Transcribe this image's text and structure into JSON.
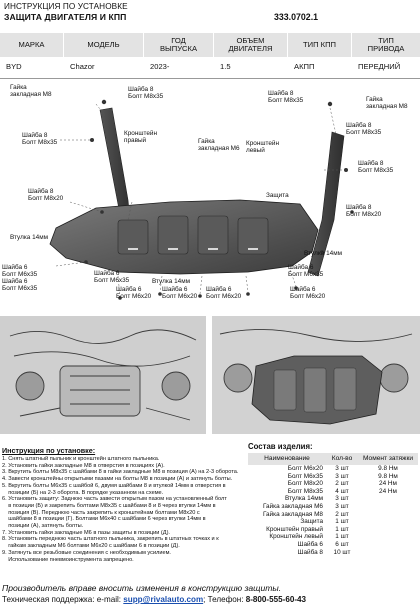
{
  "header": {
    "line1": "ИНСТРУКЦИЯ ПО УСТАНОВКЕ",
    "line2": "ЗАЩИТА ДВИГАТЕЛЯ И КПП",
    "code": "333.0702.1"
  },
  "spec": {
    "headers": [
      "МАРКА",
      "МОДЕЛЬ",
      "ГОД\nВЫПУСКА",
      "ОБЪЕМ\nДВИГАТЕЛЯ",
      "ТИП КПП",
      "ТИП\nПРИВОДА"
    ],
    "values": [
      "BYD",
      "Chazor",
      "2023-",
      "1.5",
      "АКПП",
      "ПЕРЕДНИЙ"
    ]
  },
  "diagram": {
    "labels": {
      "nut_m8_left": "Гайка\nзакладная М8",
      "washer_bolt_m8x35_a": "Шайба 8\nБолт М8х35",
      "washer_bolt_m8x35_b": "Шайба 8\nБолт М8х35",
      "bracket_right": "Кронштейн\nправый",
      "nut_m6": "Гайка\nзакладная М6",
      "washer_bolt_m8x20_left": "Шайба 8\nБолт М8х20",
      "washer_bolt_m8x35_c": "Шайба 8\nБолт М8х35",
      "nut_m8_right": "Гайка\nзакладная М8",
      "washer_bolt_m8x35_d": "Шайба 8\nБолт М8х35",
      "bracket_left": "Кронштейн\nлевый",
      "washer_bolt_m8x35_e": "Шайба 8\nБолт М8х35",
      "protection": "Защита",
      "washer_bolt_m8x20_right": "Шайба 8\nБолт М8х20",
      "bushing_left": "Втулка 14мм",
      "bushing_right": "Втулка 14мм",
      "washer_bolt_m6x35_a": "Шайба 6\nБолт М6х35",
      "washer_bolt_m6x35_b": "Шайба 6\nБолт М6х35",
      "washer_bolt_m6x35_c": "Шайба 6\nБолт М6х35",
      "washer_bolt_m6x20_a": "Шайба 6\nБолт М6х20",
      "washer_bolt_m6x20_b": "Шайба 6\nБолт М6х20",
      "washer_bolt_m6x20_c": "Шайба 6\nБолт М6х20",
      "bushing_bottom": "Втулка 14мм",
      "washer_bolt_m6x20_d": "Шайба 6\nБолт М6х20",
      "washer_bolt_m6x35_d": "Шайба 6\nБолт М6х35"
    }
  },
  "instructions": {
    "title": "Инструкция по установке:",
    "steps": [
      "1. Снять штатный пыльник и кронштейн штатного пыльника.",
      "2. Установить гайки закладные М8 в отверстия в позициях (А).",
      "3. Вкрутить болты М8х35 с шайбами 8 в гайки закладные М8 в позиция (А) на 2-3 оборота.",
      "4. Завести кронштейны открытыми пазами на болты М8 в позиции (А) и затянуть болты.",
      "5. Вкрутить болты М6х35 с шайбой 6, двумя шайбами 8 и втулкой 14мм в отверстия в",
      "    позиции (Б) на 2-3 оборота. В порядке указанном на схеме.",
      "6. Установить защиту: Заднюю часть завести открытым пазом на установленный болт",
      "    в позиции (Б) и закрепить болтами М8х35 с шайбами 8 и 8 через втулки 14мм в",
      "    позиция (В). Переднюю часть закрепить к кронштейнам болтами М8х20 с",
      "    шайбами 8 в позиции (Г). Болтами М6х40 с шайбами 6 через втулки 14мм в",
      "    позиции (А), затянуть болты.",
      "7. Установить гайки закладные М6 в пазы защиты в позиции (Д).",
      "8. Установить переднюю часть штатного пыльника, закрепить в штатных точках и к",
      "    гайкам закладным М6 болтами М6х20 с шайбами 6 в позиции (Д).",
      "9. Затянуть все резьбовые соединения с необходимым усилием.",
      "    Использование пневмоинструмента запрещено."
    ]
  },
  "kit": {
    "title": "Состав изделия:",
    "headers": [
      "Наименование",
      "Кол-во",
      "Момент затяжки"
    ],
    "rows": [
      [
        "Болт М6х20",
        "3 шт",
        "9.8 Нм"
      ],
      [
        "Болт М6х35",
        "3 шт",
        "9.8 Нм"
      ],
      [
        "Болт М8х20",
        "2 шт",
        "24 Нм"
      ],
      [
        "Болт М8х35",
        "4 шт",
        "24 Нм"
      ],
      [
        "Втулка 14мм",
        "3 шт",
        ""
      ],
      [
        "Гайка закладная М6",
        "3 шт",
        ""
      ],
      [
        "Гайка закладная М8",
        "2 шт",
        ""
      ],
      [
        "Защита",
        "1 шт",
        ""
      ],
      [
        "Кронштейн правый",
        "1 шт",
        ""
      ],
      [
        "Кронштейн левый",
        "1 шт",
        ""
      ],
      [
        "Шайба 6",
        "6 шт",
        ""
      ],
      [
        "Шайба 8",
        "10 шт",
        ""
      ]
    ]
  },
  "footer": {
    "note": "Производитель вправе вносить изменения в конструкцию защиты.",
    "support_prefix": "Техническая поддержка:  e-mail: ",
    "email": "supp@rivalauto.com",
    "phone_prefix": "; Телефон: ",
    "phone": "8-800-555-60-43"
  },
  "colors": {
    "steel": "#4a4a4a",
    "steel_light": "#6e6e6e",
    "header_bg": "#e3e3e3",
    "photo_bg": "#d9d9d9",
    "link": "#1a4fb0"
  }
}
